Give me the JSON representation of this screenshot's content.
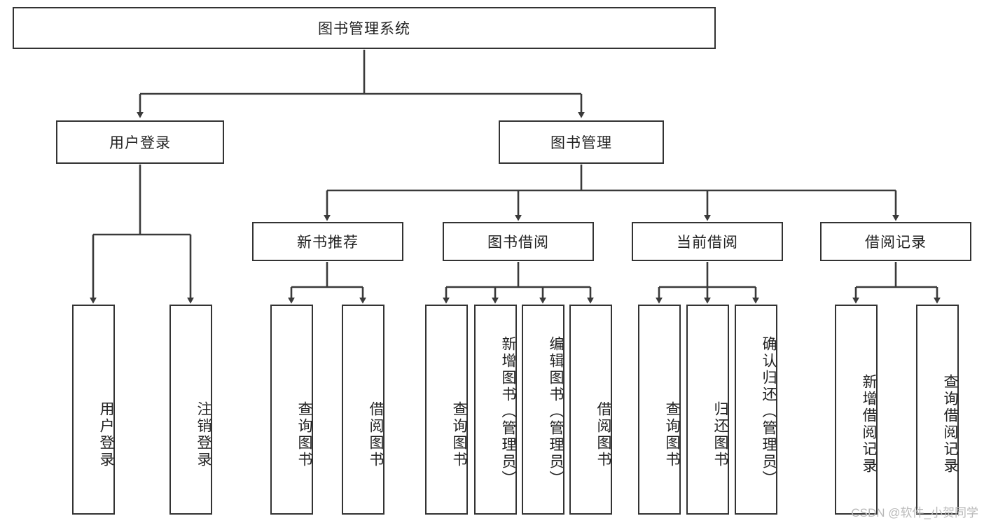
{
  "diagram": {
    "type": "tree-hierarchy",
    "title": "图书管理系统",
    "root": {
      "label": "图书管理系统"
    },
    "level1": [
      {
        "label": "用户登录"
      },
      {
        "label": "图书管理"
      }
    ],
    "level2": [
      {
        "label": "新书推荐"
      },
      {
        "label": "图书借阅"
      },
      {
        "label": "当前借阅"
      },
      {
        "label": "借阅记录"
      }
    ],
    "leaves": {
      "user_login": [
        {
          "label": "用户登录"
        },
        {
          "label": "注销登录"
        }
      ],
      "new_book_recommend": [
        {
          "label": "查询图书"
        },
        {
          "label": "借阅图书"
        }
      ],
      "book_borrow": [
        {
          "label": "查询图书"
        },
        {
          "label": "新增图书（管理员）"
        },
        {
          "label": "编辑图书（管理员）"
        },
        {
          "label": "借阅图书"
        }
      ],
      "current_borrow": [
        {
          "label": "查询图书"
        },
        {
          "label": "归还图书"
        },
        {
          "label": "确认归还（管理员）"
        }
      ],
      "borrow_record": [
        {
          "label": "新增借阅记录"
        },
        {
          "label": "查询借阅记录"
        }
      ]
    }
  },
  "watermark": {
    "text": "CSDN @软件_小贺同学"
  },
  "colors": {
    "box_border": "#333333",
    "box_fill": "#ffffff",
    "connector": "#3a3a3a",
    "text": "#222222",
    "watermark": "#b9b9b9"
  }
}
